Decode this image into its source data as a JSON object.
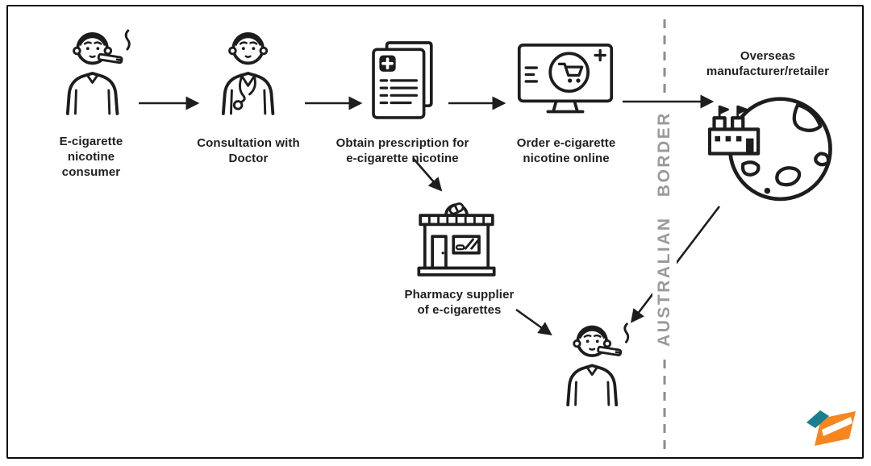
{
  "figure": {
    "type": "flow-diagram",
    "border_label": "AUSTRALIAN BORDER",
    "nodes": {
      "consumer": {
        "label": "E-cigarette\nnicotine\nconsumer",
        "icon": "person-vaping-icon"
      },
      "doctor": {
        "label": "Consultation with\nDoctor",
        "icon": "doctor-icon"
      },
      "prescription": {
        "label": "Obtain prescription for\ne-cigarette nicotine",
        "icon": "prescription-document-icon"
      },
      "order_online": {
        "label": "Order e-cigarette\nnicotine online",
        "icon": "online-shopping-monitor-icon"
      },
      "overseas": {
        "label": "Overseas\nmanufacturer/retailer",
        "icon": "globe-factory-icon"
      },
      "pharmacy": {
        "label": "Pharmacy supplier\nof e-cigarettes",
        "icon": "pharmacy-storefront-icon"
      },
      "receiving_consumer": {
        "icon": "person-vaping-icon"
      }
    },
    "edges": [
      {
        "from": "consumer",
        "to": "doctor"
      },
      {
        "from": "doctor",
        "to": "prescription"
      },
      {
        "from": "prescription",
        "to": "order_online"
      },
      {
        "from": "order_online",
        "to": "overseas"
      },
      {
        "from": "prescription",
        "to": "pharmacy"
      },
      {
        "from": "pharmacy",
        "to": "receiving_consumer"
      },
      {
        "from": "overseas",
        "to": "receiving_consumer"
      }
    ],
    "colors": {
      "line_art": "#1d1d1d",
      "border_dash": "#8c8c8c",
      "border_label": "#9a9a9a",
      "logo_orange": "#f6861f",
      "logo_teal": "#1b7f8e"
    }
  }
}
